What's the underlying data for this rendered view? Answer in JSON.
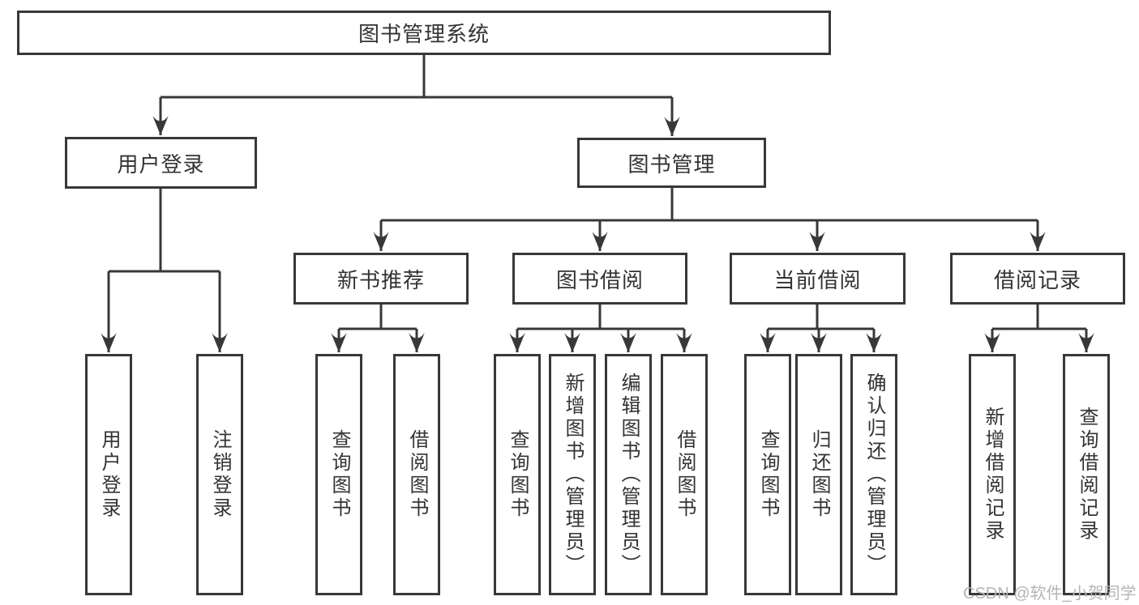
{
  "diagram": {
    "root": {
      "label": "图书管理系统"
    },
    "branches": [
      {
        "label": "用户登录",
        "children": [
          {
            "label": "用户登录"
          },
          {
            "label": "注销登录"
          }
        ]
      },
      {
        "label": "图书管理",
        "children": [
          {
            "label": "新书推荐",
            "children": [
              {
                "label": "查询图书"
              },
              {
                "label": "借阅图书"
              }
            ]
          },
          {
            "label": "图书借阅",
            "children": [
              {
                "label": "查询图书"
              },
              {
                "label": "新增图书（管理员）"
              },
              {
                "label": "编辑图书（管理员）"
              },
              {
                "label": "借阅图书"
              }
            ]
          },
          {
            "label": "当前借阅",
            "children": [
              {
                "label": "查询图书"
              },
              {
                "label": "归还图书"
              },
              {
                "label": "确认归还（管理员）"
              }
            ]
          },
          {
            "label": "借阅记录",
            "children": [
              {
                "label": "新增借阅记录"
              },
              {
                "label": "查询借阅记录"
              }
            ]
          }
        ]
      }
    ]
  },
  "watermark": {
    "text": "CSDN @软件_小贺同学"
  },
  "colors": {
    "line": "#383838",
    "text": "#333333",
    "background": "#ffffff",
    "watermark": "#b5b5b5"
  }
}
